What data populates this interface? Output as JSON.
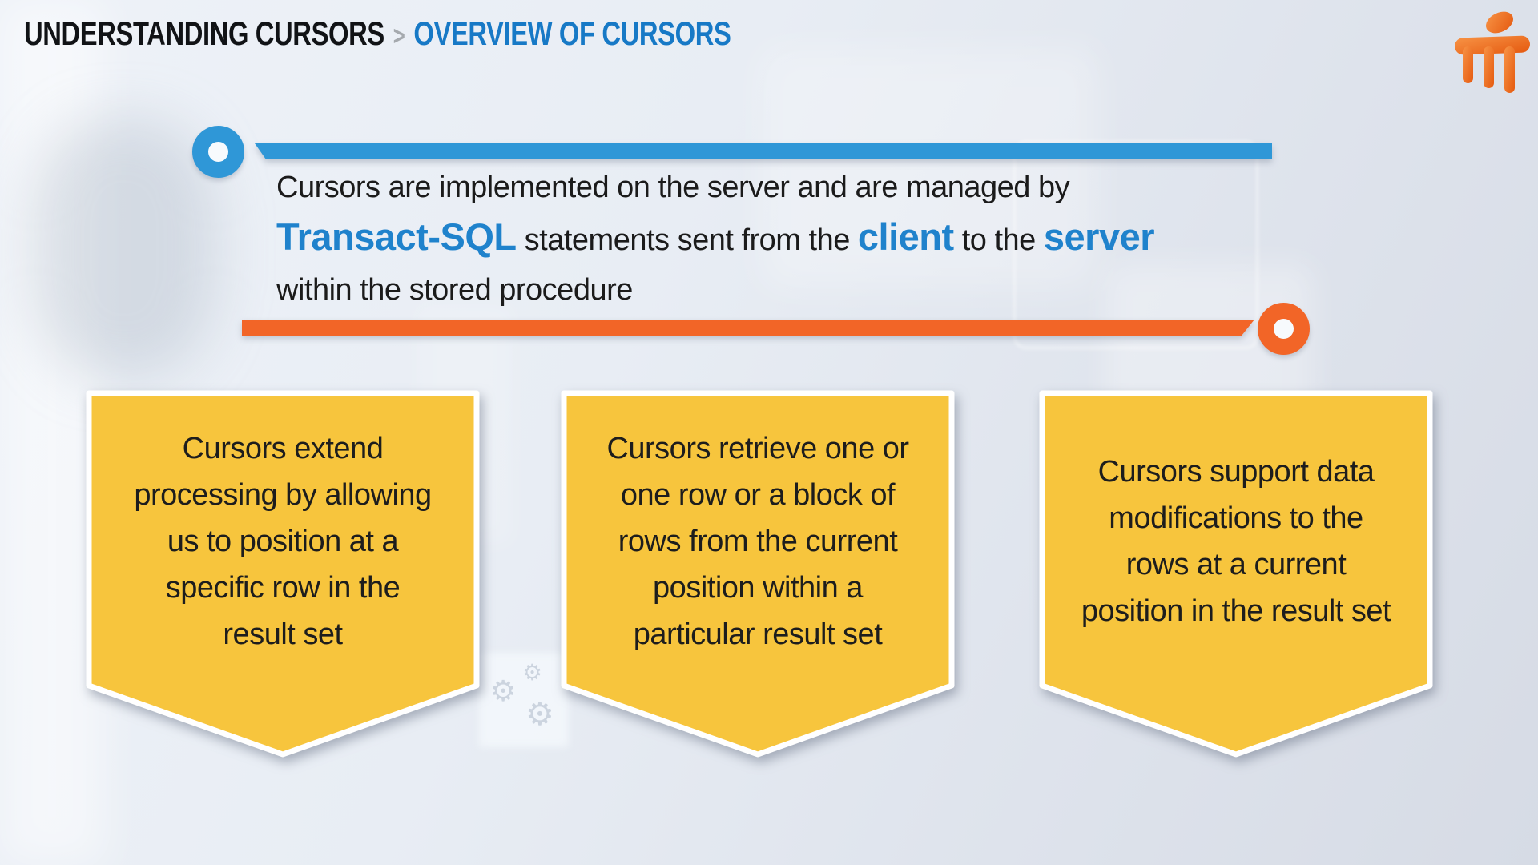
{
  "slide": {
    "header": {
      "title_black": "UNDERSTANDING CURSORS",
      "separator": ">",
      "title_blue": "OVERVIEW OF CURSORS"
    },
    "intro": {
      "line1": "Cursors are implemented on the server and are managed by",
      "line2_parts": [
        {
          "text": "Transact-SQL",
          "style": "accent"
        },
        {
          "text": " statements sent from the ",
          "style": "plain"
        },
        {
          "text": "client",
          "style": "accent"
        },
        {
          "text": " to the ",
          "style": "plain"
        },
        {
          "text": "server",
          "style": "accent"
        }
      ],
      "line3": "within the stored procedure"
    },
    "cards": [
      {
        "lines": [
          "Cursors extend",
          "processing by allowing",
          "us to position at a",
          "specific row in the",
          "result set"
        ]
      },
      {
        "lines": [
          "Cursors retrieve one or",
          "one row or a block of",
          "rows from the current",
          "position within a",
          "particular result set"
        ]
      },
      {
        "lines": [
          "Cursors support data",
          "modifications to the",
          "rows at a current",
          "position in the result set"
        ]
      }
    ],
    "icons": {
      "logo": "intellipaat-stool-logo",
      "gear_decoration": "⚙"
    },
    "colors": {
      "title_dark": "#111316",
      "heading_blue": "#1779C6",
      "text_accent_blue": "#1F82CC",
      "line_blue": "#2F97D7",
      "accent_orange": "#F26527",
      "card_yellow": "#F7C53D",
      "card_border": "#FFFFFF",
      "separator_gray": "#A5A9AE",
      "body_text": "#1B1B1B"
    }
  }
}
